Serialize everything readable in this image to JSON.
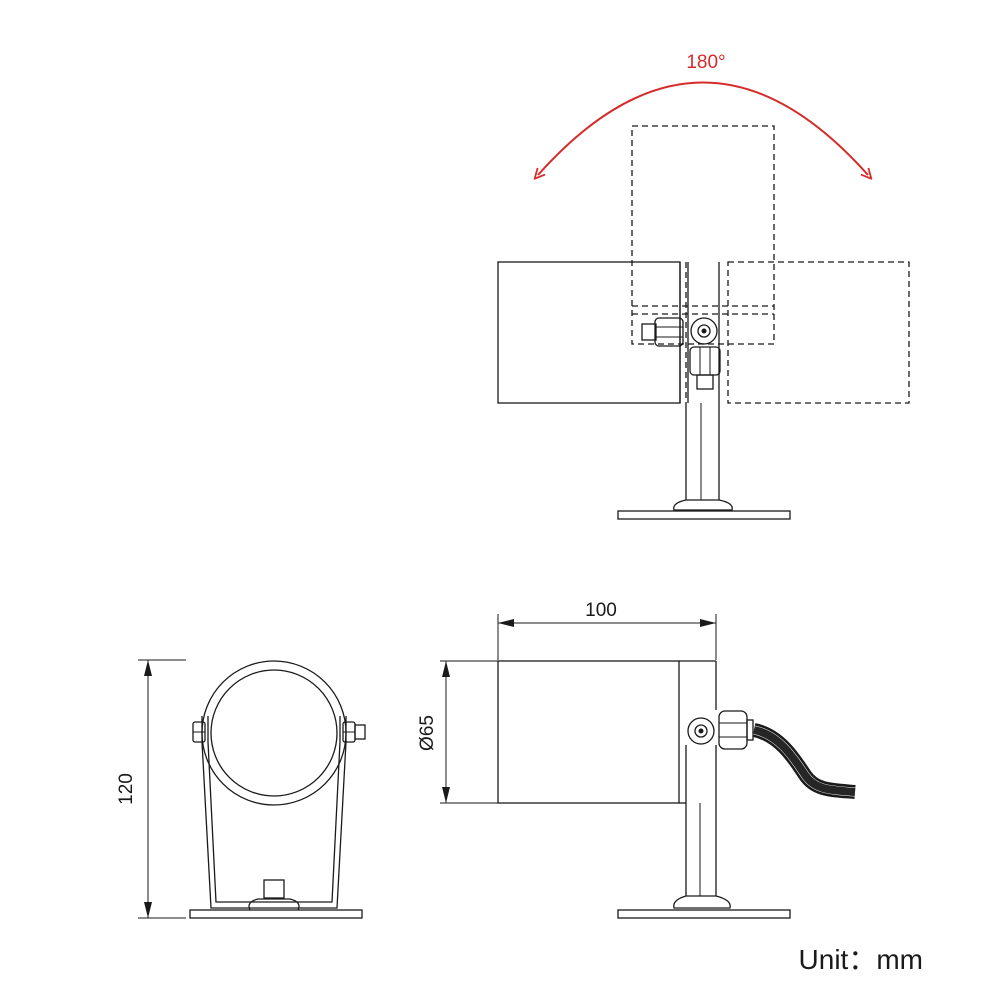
{
  "colors": {
    "line": "#1a1a1a",
    "accent_red": "#d62b2b",
    "background": "#ffffff"
  },
  "rotation_view": {
    "angle_label": "180°"
  },
  "front_view": {
    "height_label": "120"
  },
  "side_view": {
    "width_label": "100",
    "diameter_label": "Ø65"
  },
  "footer": {
    "unit_label": "Unit：mm"
  }
}
